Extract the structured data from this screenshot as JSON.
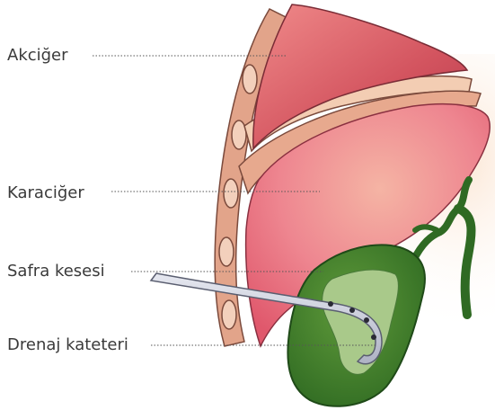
{
  "labels": {
    "lung": "Akciğer",
    "liver": "Karaciğer",
    "gallbladder": "Safra kesesi",
    "drain": "Drenaj kateteri"
  },
  "colors": {
    "lung": "#c8475a",
    "liver": "#e8707a",
    "rib_wall": "#e2a48a",
    "gallbladder": "#3f7a2f",
    "bile": "#a9c98a",
    "bile_duct": "#2f6a23",
    "catheter": "#c9ccd8",
    "leader_line": "#555555"
  }
}
